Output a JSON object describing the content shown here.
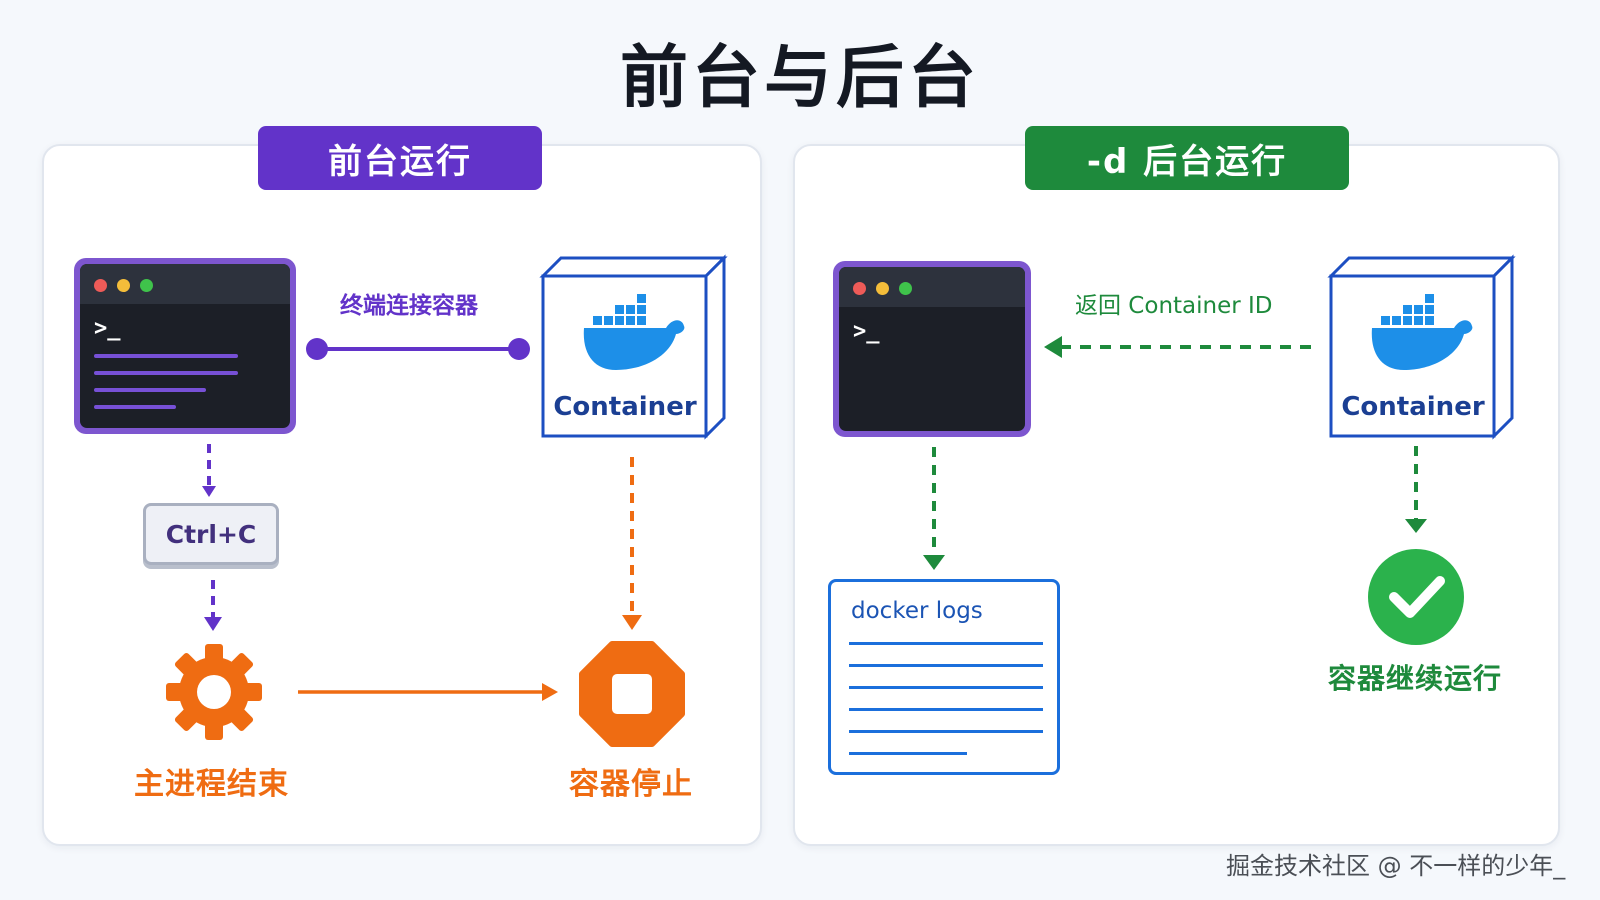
{
  "title": "前台与后台",
  "left": {
    "badge": "前台运行",
    "connect_label": "终端连接容器",
    "prompt": ">_",
    "container_label": "Container",
    "key_label": "Ctrl+C",
    "process_end": "主进程结束",
    "container_stop": "容器停止"
  },
  "right": {
    "badge": "-d 后台运行",
    "return_label": "返回 Container ID",
    "prompt": ">_",
    "container_label": "Container",
    "logs_label": "docker logs",
    "keeps_running": "容器继续运行"
  },
  "watermark": "掘金技术社区 @ 不一样的少年_",
  "colors": {
    "purple": "#6233c9",
    "green": "#1e8a3c",
    "orange": "#ef6c12",
    "blue": "#1b6fdc",
    "docker_blue": "#1d8fe8"
  },
  "icons": [
    "terminal-icon",
    "docker-whale-icon",
    "gear-icon",
    "stop-octagon-icon",
    "check-circle-icon",
    "document-icon"
  ]
}
